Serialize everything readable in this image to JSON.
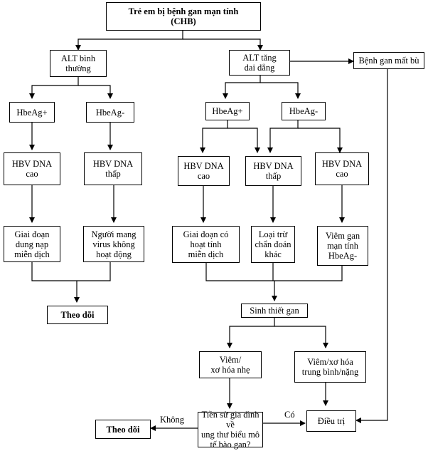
{
  "nodes": {
    "root": "Trẻ em bị bệnh gan mạn tính\n(CHB)",
    "alt_normal": "ALT bình\nthường",
    "alt_high": "ALT tăng\ndai dẳng",
    "decompensated": "Bệnh gan mất bù",
    "left_hbeag_pos": "HbeAg+",
    "left_hbeag_neg": "HbeAg-",
    "right_hbeag_pos": "HbeAg+",
    "right_hbeag_neg": "HbeAg-",
    "l_dna_high": "HBV DNA\ncao",
    "l_dna_low": "HBV DNA\nthấp",
    "r_dna_high": "HBV DNA\ncao",
    "r_dna_low": "HBV DNA\nthấp",
    "r_dna_high2": "HBV DNA\ncao",
    "immune_tolerance": "Giai đoạn\ndung nạp\nmiễn dịch",
    "inactive_carrier": "Người mang\nvirus không\nhoạt động",
    "immune_active": "Giai đoạn có\nhoạt tính\nmiễn dịch",
    "exclude_other": "Loại trừ\nchẩn đoán\nkhác",
    "chronic_hbeag_neg": "Viêm gan\nmạn tính\nHbeAg-",
    "follow_up_left": "Theo dõi",
    "biopsy": "Sinh thiết gan",
    "mild": "Viêm/\nxơ hóa nhẹ",
    "moderate_severe": "Viêm/xơ hóa\ntrung bình/nặng",
    "family_history": "Tiền sử gia đình về\nung thư biểu mô\ntế bào gan?",
    "follow_up_bottom": "Theo dõi",
    "treatment": "Điều trị"
  },
  "edge_labels": {
    "no": "Không",
    "yes": "Có"
  }
}
